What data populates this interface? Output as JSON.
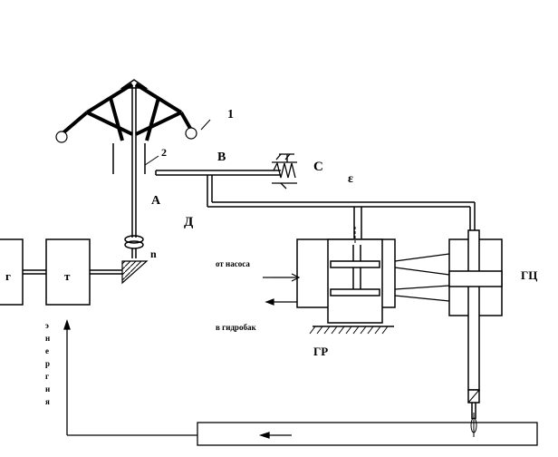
{
  "labels": {
    "one": "1",
    "two": "2",
    "B": "B",
    "C": "C",
    "eps": "ε",
    "A": "A",
    "D": "Д",
    "n": "n",
    "G": "г",
    "T": "т",
    "GR": "ГР",
    "GC": "ГЦ",
    "from_pump": "от насоса",
    "to_tank": "в гидробак",
    "energy": [
      "э",
      "н",
      "е",
      "р",
      "г",
      "и",
      "я"
    ]
  }
}
